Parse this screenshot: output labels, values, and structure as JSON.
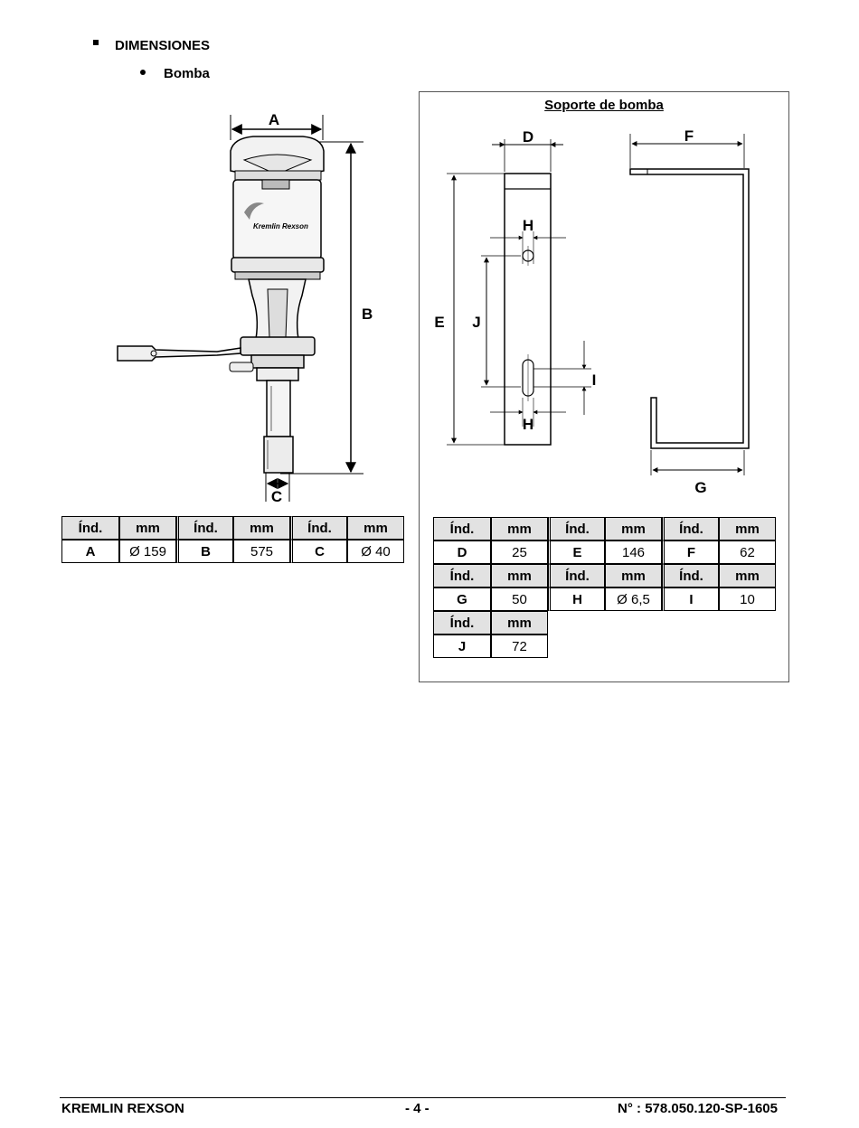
{
  "section": {
    "title": "DIMENSIONES",
    "subtitle": "Bomba"
  },
  "pump_figure": {
    "labels": {
      "A": "A",
      "B": "B",
      "C": "C"
    },
    "brand_mark": "Kremlin Rexson"
  },
  "pump_table": {
    "headers": [
      "Índ.",
      "mm",
      "Índ.",
      "mm",
      "Índ.",
      "mm"
    ],
    "row": [
      "A",
      "Ø 159",
      "B",
      "575",
      "C",
      "Ø 40"
    ]
  },
  "support": {
    "title": "Soporte de bomba",
    "labels": {
      "D": "D",
      "E": "E",
      "F": "F",
      "G": "G",
      "H1": "H",
      "H2": "H",
      "I": "I",
      "J": "J"
    },
    "table": {
      "header": [
        "Índ.",
        "mm"
      ],
      "rows": [
        [
          [
            "D",
            "25"
          ],
          [
            "E",
            "146"
          ],
          [
            "F",
            "62"
          ]
        ],
        [
          [
            "G",
            "50"
          ],
          [
            "H",
            "Ø 6,5"
          ],
          [
            "I",
            "10"
          ]
        ],
        [
          [
            "J",
            "72"
          ]
        ]
      ]
    }
  },
  "footer": {
    "company": "KREMLIN REXSON",
    "page": "- 4 -",
    "doc_number": "N° :  578.050.120-SP-1605"
  }
}
